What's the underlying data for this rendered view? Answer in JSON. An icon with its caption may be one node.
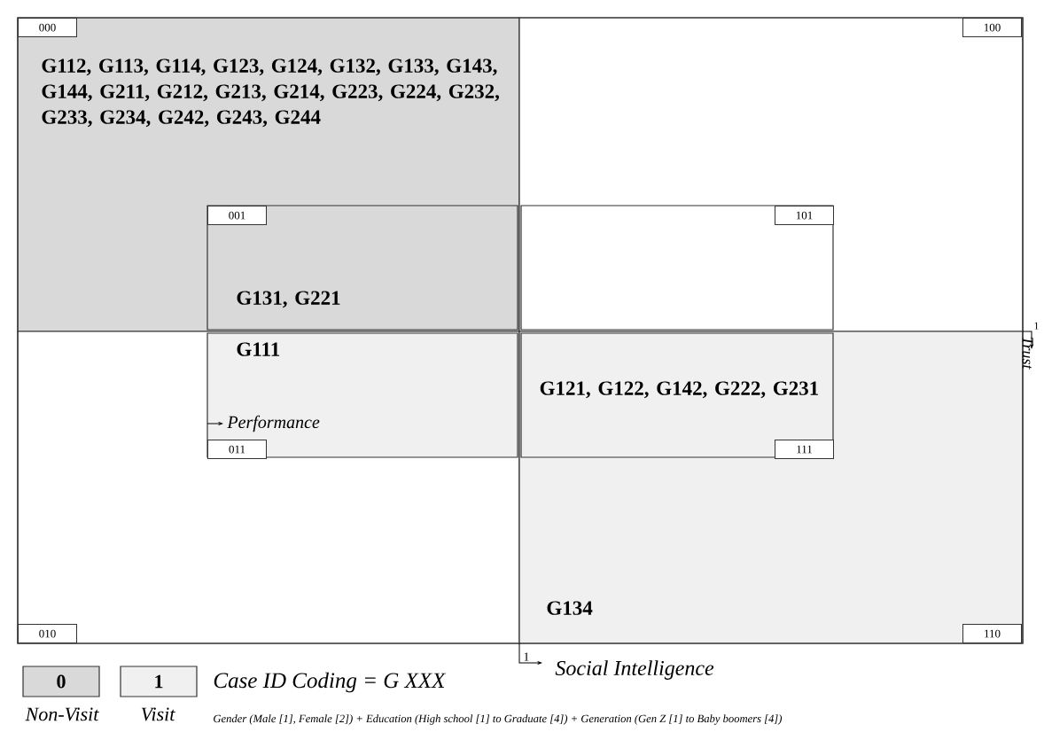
{
  "diagram": {
    "nodes": [
      {
        "text": [
          "000",
          "G112, G113, G114, G123, G124, G132, G133, G143, G144, G211, G212, G213, G214, G223, G224, G232, G233, G234, G242, G243, G244"
        ]
      },
      {
        "text": [
          "100"
        ]
      },
      {
        "text": [
          "010"
        ]
      },
      {
        "text": [
          "110",
          "G134"
        ]
      },
      {
        "text": [
          "001",
          "G131, G221"
        ],
        "in": 0
      },
      {
        "text": [
          "101"
        ],
        "in": 1
      },
      {
        "text": [
          "G111",
          "011"
        ],
        "in": 2
      },
      {
        "text": [
          "G121, G122, G142, G222, G231",
          "111"
        ],
        "in": 3
      }
    ],
    "labels": [
      "Performance",
      "1",
      "Trust",
      "1",
      "Social Intelligence",
      "0",
      "1",
      "Case ID Coding = G XXX",
      "Gender (Male [1], Female [2]) + Education (High school [1] to Graduate [4]) + Generation (Gen Z [1] to Baby boomers [4])"
    ],
    "legend": [
      {
        "text": "Non-Visit"
      },
      {
        "text": "Visit"
      }
    ]
  }
}
